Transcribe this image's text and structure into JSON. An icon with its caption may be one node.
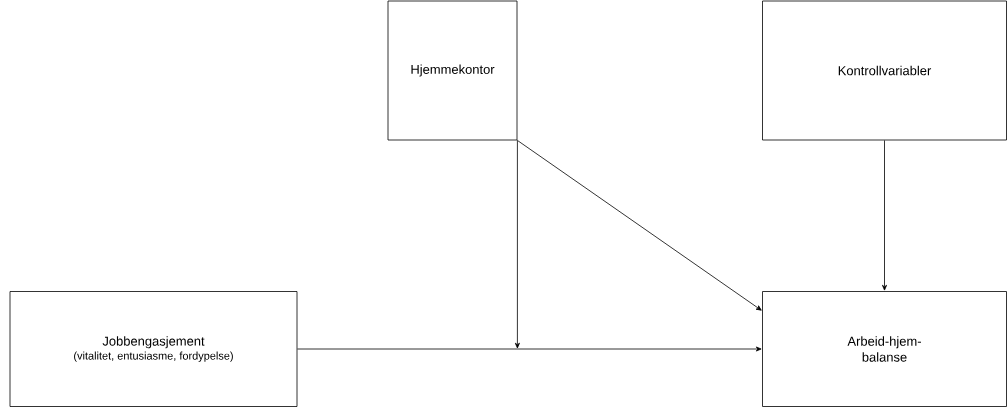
{
  "diagram": {
    "nodes": [
      {
        "text": [
          "Hjemmekontor"
        ]
      },
      {
        "text": [
          "Kontrollvariabler"
        ]
      },
      {
        "text": [
          "Jobbengasjement",
          "(vitalitet, entusiasme, fordypelse)"
        ]
      },
      {
        "text": [
          "Arbeid-hjem-balanse"
        ]
      }
    ],
    "edges": [
      {
        "from": 2,
        "to": 3,
        "arrow": "to"
      },
      {
        "from": 0,
        "to": null,
        "arrow": "to"
      },
      {
        "from": 0,
        "to": 3,
        "arrow": "to"
      },
      {
        "from": 1,
        "to": 3,
        "arrow": "to"
      }
    ]
  }
}
